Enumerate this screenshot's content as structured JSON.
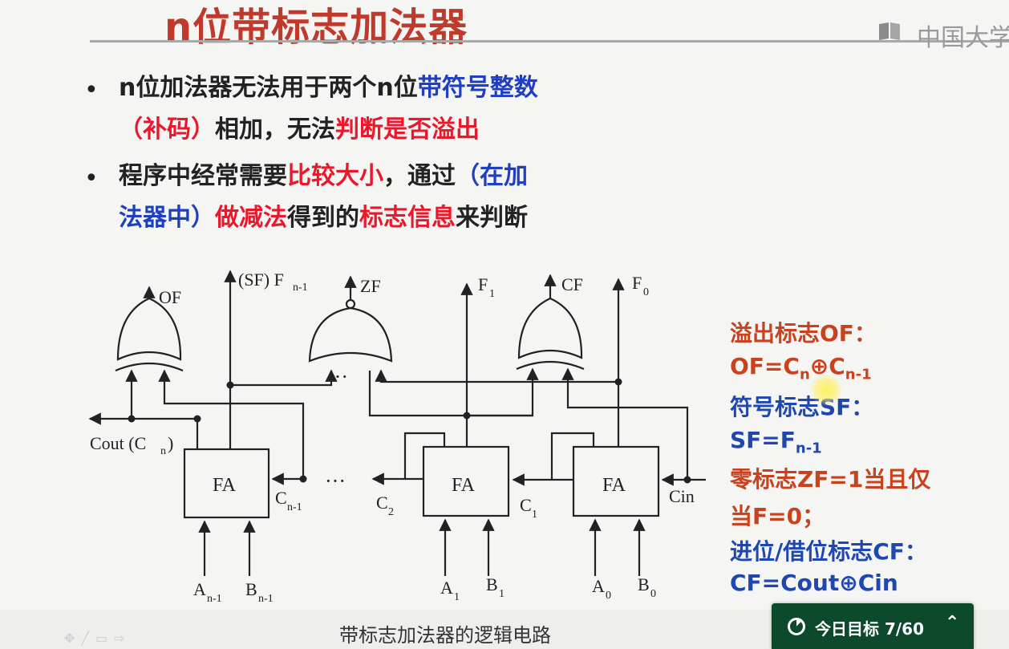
{
  "slide": {
    "title": "n位带标志加法器",
    "watermark": "中国大学",
    "bullets": [
      {
        "line1": [
          {
            "text": "n位加法器无法用于两个n位",
            "color": "black"
          },
          {
            "text": "带符号整数",
            "color": "blue"
          }
        ],
        "line2": [
          {
            "text": "（补码）",
            "color": "red"
          },
          {
            "text": "相加，无法",
            "color": "black"
          },
          {
            "text": "判断是否溢出",
            "color": "red"
          }
        ]
      },
      {
        "line1": [
          {
            "text": "程序中经常需要",
            "color": "black"
          },
          {
            "text": "比较大小",
            "color": "red"
          },
          {
            "text": "，通过",
            "color": "black"
          },
          {
            "text": "（在加",
            "color": "blue"
          }
        ],
        "line2": [
          {
            "text": "法器中）",
            "color": "blue"
          },
          {
            "text": "做减法",
            "color": "red"
          },
          {
            "text": "得到的",
            "color": "black"
          },
          {
            "text": "标志信息",
            "color": "red"
          },
          {
            "text": "来判断",
            "color": "black"
          }
        ]
      }
    ],
    "diagram": {
      "labels": {
        "of": "OF",
        "sf": "(SF) F",
        "sf_sub": "n-1",
        "zf": "ZF",
        "f1": "F",
        "f1_sub": "1",
        "cf": "CF",
        "f0": "F",
        "f0_sub": "0",
        "cout": "Cout (C",
        "cout_sub": "n",
        "cout_end": ")",
        "fa": "FA",
        "cn1": "C",
        "cn1_sub": "n-1",
        "c2": "C",
        "c2_sub": "2",
        "c1": "C",
        "c1_sub": "1",
        "cin": "Cin",
        "an1": "A",
        "an1_sub": "n-1",
        "bn1": "B",
        "bn1_sub": "n-1",
        "a1": "A",
        "a1_sub": "1",
        "b1": "B",
        "b1_sub": "1",
        "a0": "A",
        "a0_sub": "0",
        "b0": "B",
        "b0_sub": "0",
        "dots": "···"
      }
    },
    "notes": [
      {
        "text": "溢出标志OF：",
        "color": "#c9411d"
      },
      {
        "text": "OF=C",
        "color": "#c9411d",
        "sub": "n",
        "mid": "⊕C",
        "sub2": "n-1"
      },
      {
        "text": "符号标志SF：",
        "color": "#1f47b0"
      },
      {
        "text": "SF=F",
        "color": "#1f47b0",
        "sub": "n-1"
      },
      {
        "text": "零标志ZF=1当且仅",
        "color": "#c9411d"
      },
      {
        "text": "当F=0；",
        "color": "#c9411d"
      },
      {
        "text": "进位/借位标志CF：",
        "color": "#1f47b0"
      },
      {
        "text": "CF=Cout⊕Cin",
        "color": "#1f47b0"
      }
    ],
    "caption": "带标志加法器的逻辑电路"
  },
  "goal_widget": {
    "label": "今日目标 7/60",
    "expand_icon": "chevron-up-icon",
    "progress": "7/60"
  }
}
